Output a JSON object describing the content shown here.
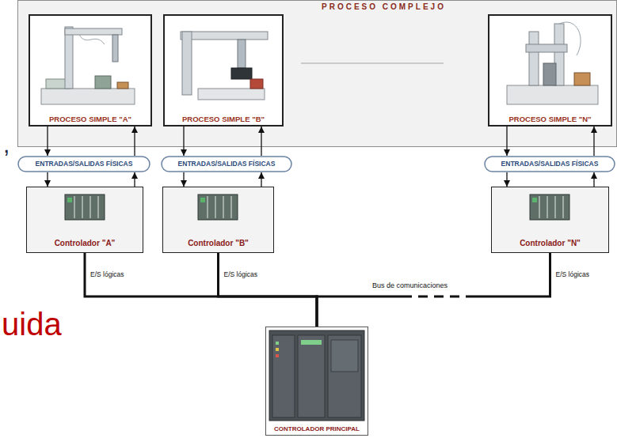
{
  "diagram": {
    "nodes": [
      {
        "text": [
          "PROCESO COMPLEJO"
        ]
      },
      {
        "text": [
          "PROCESO SIMPLE \"A\""
        ],
        "in": 0
      },
      {
        "text": [
          "PROCESO SIMPLE \"B\""
        ],
        "in": 0
      },
      {
        "text": [
          "PROCESO SIMPLE \"N\""
        ],
        "in": 0
      },
      {
        "text": [
          "ENTRADAS/SALIDAS FÍSICAS"
        ]
      },
      {
        "text": [
          "ENTRADAS/SALIDAS FÍSICAS"
        ]
      },
      {
        "text": [
          "ENTRADAS/SALIDAS FÍSICAS"
        ]
      },
      {
        "text": [
          "Controlador \"A\""
        ]
      },
      {
        "text": [
          "Controlador \"B\""
        ]
      },
      {
        "text": [
          "Controlador \"N\""
        ]
      },
      {
        "text": [
          "CONTROLADOR PRINCIPAL"
        ]
      }
    ],
    "edges": [
      {
        "from": 1,
        "to": 4,
        "arrow": "to"
      },
      {
        "from": 4,
        "to": 7,
        "arrow": "to"
      },
      {
        "from": 7,
        "to": 4,
        "arrow": "to"
      },
      {
        "from": 4,
        "to": 1,
        "arrow": "to"
      },
      {
        "from": 2,
        "to": 5,
        "arrow": "to"
      },
      {
        "from": 5,
        "to": 8,
        "arrow": "to"
      },
      {
        "from": 8,
        "to": 5,
        "arrow": "to"
      },
      {
        "from": 5,
        "to": 2,
        "arrow": "to"
      },
      {
        "from": 3,
        "to": 6,
        "arrow": "to"
      },
      {
        "from": 6,
        "to": 9,
        "arrow": "to"
      },
      {
        "from": 9,
        "to": 6,
        "arrow": "to"
      },
      {
        "from": 6,
        "to": 3,
        "arrow": "to"
      },
      {
        "from": 7,
        "to": 10,
        "label": "E/S lógicas",
        "arrow": "none"
      },
      {
        "from": 8,
        "to": 10,
        "label": "E/S lógicas",
        "arrow": "none"
      },
      {
        "from": 9,
        "to": 10,
        "label": "E/S lógicas",
        "arrow": "none"
      }
    ],
    "labels": [
      "Bus de comunicaciones",
      ",",
      "uida"
    ]
  }
}
